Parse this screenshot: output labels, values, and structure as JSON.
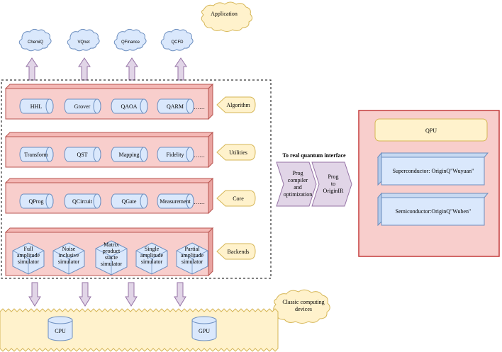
{
  "application": {
    "badge": "Application",
    "apps": [
      "ChemiQ",
      "VQnet",
      "QFinance",
      "QCFD"
    ]
  },
  "layers": {
    "algorithm": {
      "label": "Algorithm",
      "items": [
        "HHL",
        "Grover",
        "QAOA",
        "QARM"
      ],
      "more": "……"
    },
    "utilities": {
      "label": "Utilities",
      "items": [
        "Transform",
        "QST",
        "Mapping",
        "Fidelity"
      ],
      "more": "……"
    },
    "core": {
      "label": "Core",
      "items": [
        "QProg",
        "QCircuit",
        "QGate",
        "Measurement"
      ],
      "more": "……"
    },
    "backends": {
      "label": "Backends",
      "simulators": [
        [
          "Full",
          "amplitude",
          "simulator"
        ],
        [
          "Noise",
          "inclusive",
          "simulator"
        ],
        [
          "Matrix",
          "product",
          "stacte",
          "simulator"
        ],
        [
          "Single",
          "amplitude",
          "simulator"
        ],
        [
          "Partial",
          "amplitude",
          "simulator"
        ]
      ]
    }
  },
  "interface": {
    "title": "To real quantum interface",
    "compiler": [
      "Prog",
      "compiler",
      "and",
      "optimization"
    ],
    "origin_ir": [
      "Prog",
      "to",
      "OriginIR"
    ]
  },
  "qpu": {
    "title": "QPU",
    "superconductor": "Superconductor:  OriginQ\"Wuyuan\"",
    "semiconductor": "Semiconductor:OriginQ\"Wuben\""
  },
  "classic": {
    "badge": [
      "Classic computing",
      "devices"
    ],
    "cpu": "CPU",
    "gpu": "GPU"
  },
  "colors": {
    "layer_fill": "#f8cecc",
    "layer_stroke": "#b85450",
    "pill_fill": "#dae8fc",
    "pill_stroke": "#6c8ebf",
    "label_fill": "#fff2cc",
    "label_stroke": "#d6b656",
    "arrow_fill": "#e1d5e7",
    "arrow_stroke": "#9673a6",
    "qpu_border": "#c43c3c"
  }
}
